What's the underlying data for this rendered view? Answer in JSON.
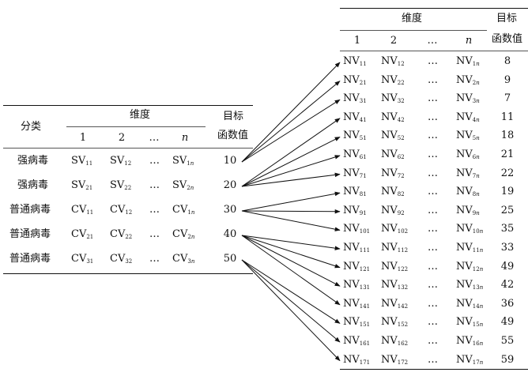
{
  "left_table": {
    "col_class": "分类",
    "col_dimension": "维度",
    "col_objective_line1": "目标",
    "col_objective_line2": "函数值",
    "dim_headers": [
      "1",
      "2",
      "…",
      "n"
    ],
    "rows": [
      {
        "label": "强病毒",
        "p": "SV",
        "s1": "11",
        "s2": "12",
        "sn": "1n",
        "value": "10"
      },
      {
        "label": "强病毒",
        "p": "SV",
        "s1": "21",
        "s2": "22",
        "sn": "2n",
        "value": "20"
      },
      {
        "label": "普通病毒",
        "p": "CV",
        "s1": "11",
        "s2": "12",
        "sn": "1n",
        "value": "30"
      },
      {
        "label": "普通病毒",
        "p": "CV",
        "s1": "21",
        "s2": "22",
        "sn": "2n",
        "value": "40"
      },
      {
        "label": "普通病毒",
        "p": "CV",
        "s1": "31",
        "s2": "32",
        "sn": "3n",
        "value": "50"
      }
    ]
  },
  "right_table": {
    "col_dimension": "维度",
    "col_objective_line1": "目标",
    "col_objective_line2": "函数值",
    "dim_headers": [
      "1",
      "2",
      "…",
      "n"
    ],
    "rows": [
      {
        "p": "NV",
        "s1": "11",
        "s2": "12",
        "sn": "1n",
        "value": "8"
      },
      {
        "p": "NV",
        "s1": "21",
        "s2": "22",
        "sn": "2n",
        "value": "9"
      },
      {
        "p": "NV",
        "s1": "31",
        "s2": "32",
        "sn": "3n",
        "value": "7"
      },
      {
        "p": "NV",
        "s1": "41",
        "s2": "42",
        "sn": "4n",
        "value": "11"
      },
      {
        "p": "NV",
        "s1": "51",
        "s2": "52",
        "sn": "5n",
        "value": "18"
      },
      {
        "p": "NV",
        "s1": "61",
        "s2": "62",
        "sn": "6n",
        "value": "21"
      },
      {
        "p": "NV",
        "s1": "71",
        "s2": "72",
        "sn": "7n",
        "value": "22"
      },
      {
        "p": "NV",
        "s1": "81",
        "s2": "82",
        "sn": "8n",
        "value": "19"
      },
      {
        "p": "NV",
        "s1": "91",
        "s2": "92",
        "sn": "9n",
        "value": "25"
      },
      {
        "p": "NV",
        "s1": "101",
        "s2": "102",
        "sn": "10n",
        "value": "35"
      },
      {
        "p": "NV",
        "s1": "111",
        "s2": "112",
        "sn": "11n",
        "value": "33"
      },
      {
        "p": "NV",
        "s1": "121",
        "s2": "122",
        "sn": "12n",
        "value": "49"
      },
      {
        "p": "NV",
        "s1": "131",
        "s2": "132",
        "sn": "13n",
        "value": "42"
      },
      {
        "p": "NV",
        "s1": "141",
        "s2": "142",
        "sn": "14n",
        "value": "36"
      },
      {
        "p": "NV",
        "s1": "151",
        "s2": "152",
        "sn": "15n",
        "value": "49"
      },
      {
        "p": "NV",
        "s1": "161",
        "s2": "162",
        "sn": "16n",
        "value": "55"
      },
      {
        "p": "NV",
        "s1": "171",
        "s2": "172",
        "sn": "17n",
        "value": "59"
      }
    ]
  },
  "arrow_links": [
    {
      "from": 0,
      "to": [
        0,
        1,
        2
      ]
    },
    {
      "from": 1,
      "to": [
        3,
        4,
        5,
        6
      ]
    },
    {
      "from": 2,
      "to": [
        7,
        8,
        9
      ]
    },
    {
      "from": 3,
      "to": [
        10,
        11,
        12,
        13
      ]
    },
    {
      "from": 4,
      "to": [
        14,
        15,
        16
      ]
    }
  ]
}
